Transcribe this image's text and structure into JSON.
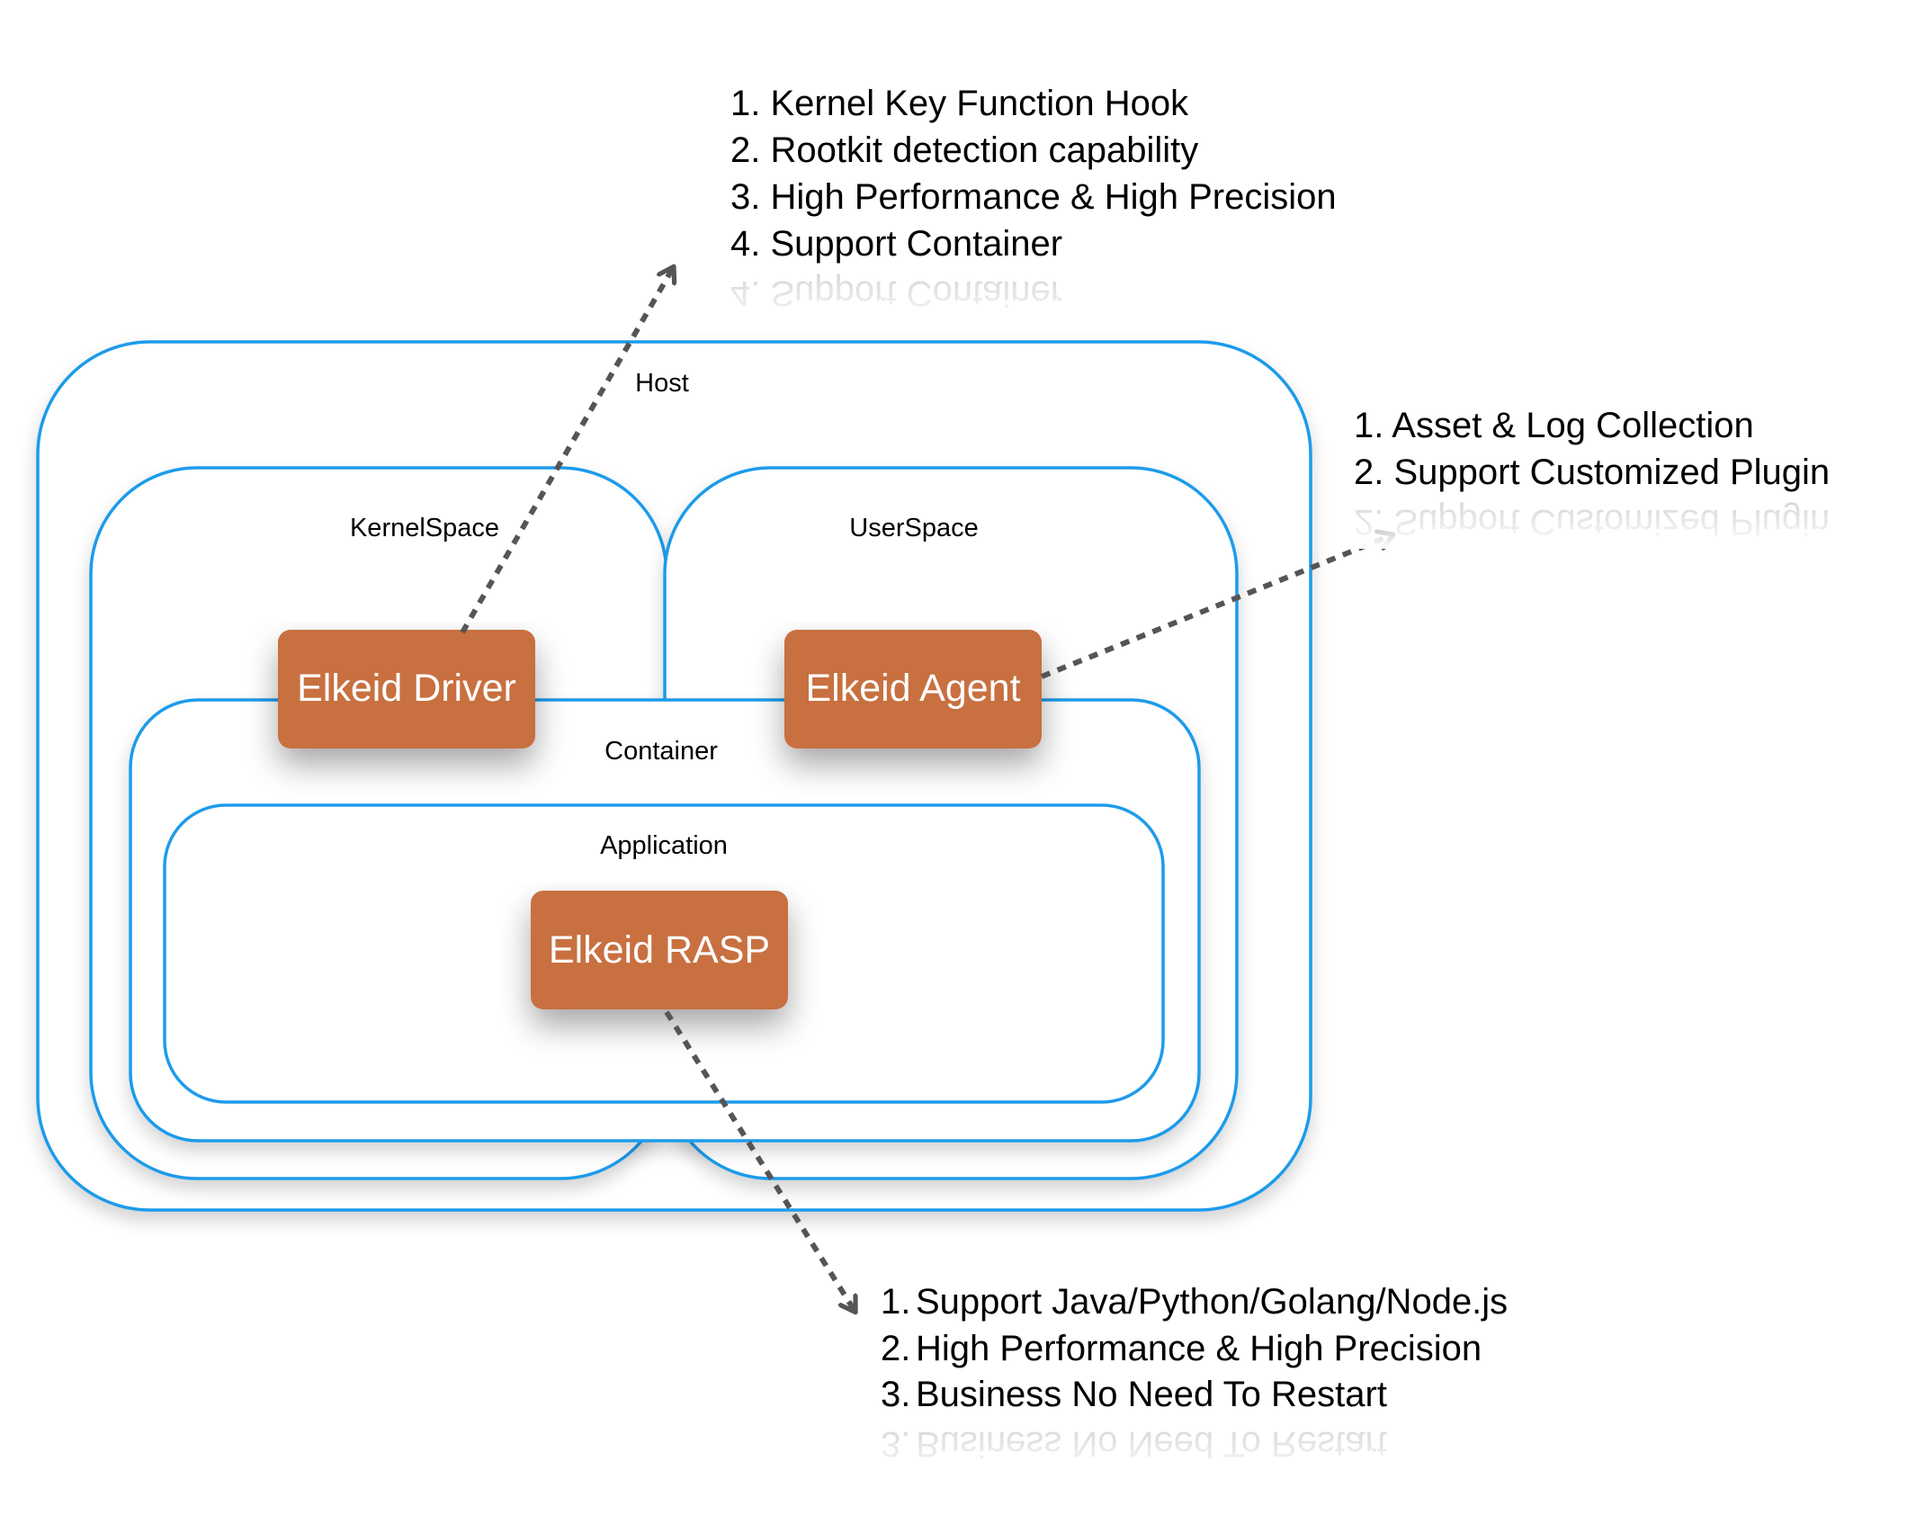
{
  "diagram": {
    "containers": {
      "host": "Host",
      "kernel_space": "KernelSpace",
      "user_space": "UserSpace",
      "container": "Container",
      "application": "Application"
    },
    "components": {
      "driver": "Elkeid Driver",
      "agent": "Elkeid Agent",
      "rasp": "Elkeid RASP"
    },
    "driver_features": [
      "1. Kernel Key Function Hook",
      "2. Rootkit detection capability",
      "3. High Performance & High Precision",
      "4. Support Container"
    ],
    "agent_features": [
      "1. Asset & Log Collection",
      "2. Support Customized Plugin"
    ],
    "rasp_features": [
      "1.",
      "Support Java/Python/Golang/Node.js",
      "2.",
      "High Performance & High Precision",
      "3.",
      "Business No Need To Restart"
    ],
    "colors": {
      "container_border": "#1f9bea",
      "component_fill": "#c8703f",
      "component_text": "#ffffff",
      "arrow": "#555555",
      "text": "#000000"
    }
  }
}
